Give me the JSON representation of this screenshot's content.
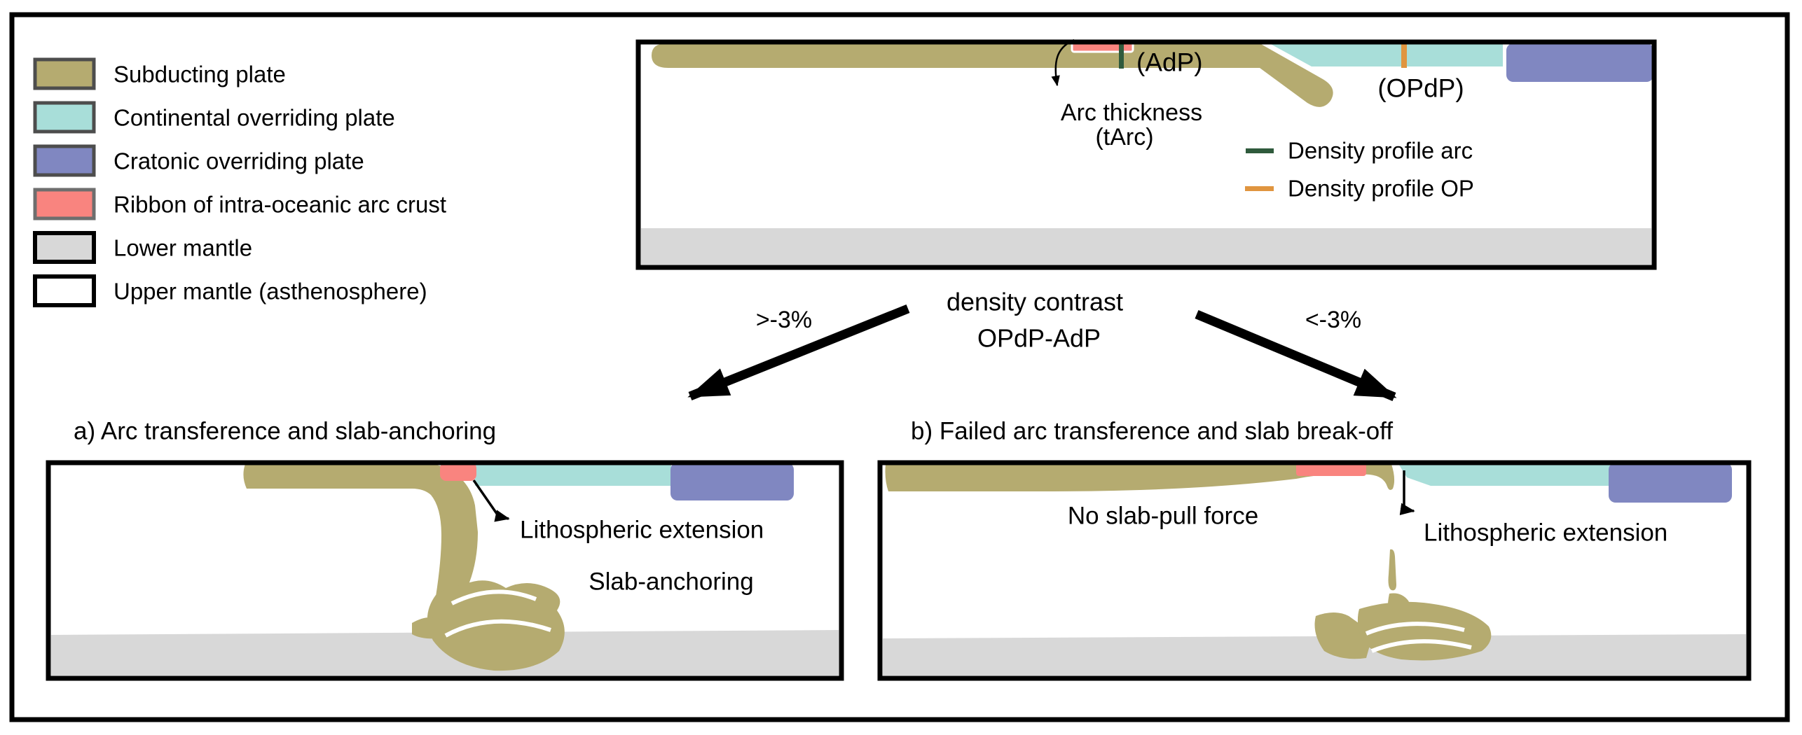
{
  "colors": {
    "subducting": "#b5ab70",
    "continental": "#a8ded9",
    "cratonic": "#8087c1",
    "ribbon": "#f9847f",
    "lower_mantle": "#d8d8d8",
    "upper_mantle": "#ffffff",
    "swatch_border": "#4d4d4d",
    "density_arc": "#2f5a3c",
    "density_op": "#e0953f"
  },
  "legend": {
    "items": [
      {
        "label": "Subducting plate"
      },
      {
        "label": "Continental overriding plate"
      },
      {
        "label": "Cratonic overriding plate"
      },
      {
        "label": "Ribbon of intra-oceanic arc crust"
      },
      {
        "label": "Lower mantle"
      },
      {
        "label": "Upper mantle (asthenosphere)"
      }
    ]
  },
  "top_panel": {
    "adp_label": "(AdP)",
    "opdp_label": "(OPdP)",
    "arc_thickness_line1": "Arc thickness",
    "arc_thickness_line2": "(tArc)",
    "mini_legend": [
      {
        "label": "Density profile arc"
      },
      {
        "label": "Density profile OP"
      }
    ]
  },
  "decision": {
    "line1": "density contrast",
    "line2": "OPdP-AdP",
    "left_condition": ">-3%",
    "right_condition": "<-3%"
  },
  "panel_a": {
    "title": "a) Arc transference and slab-anchoring",
    "lithospheric_extension": "Lithospheric extension",
    "slab_anchoring": "Slab-anchoring"
  },
  "panel_b": {
    "title": "b) Failed arc transference and slab break-off",
    "no_slab_pull": "No slab-pull force",
    "lithospheric_extension": "Lithospheric extension"
  }
}
